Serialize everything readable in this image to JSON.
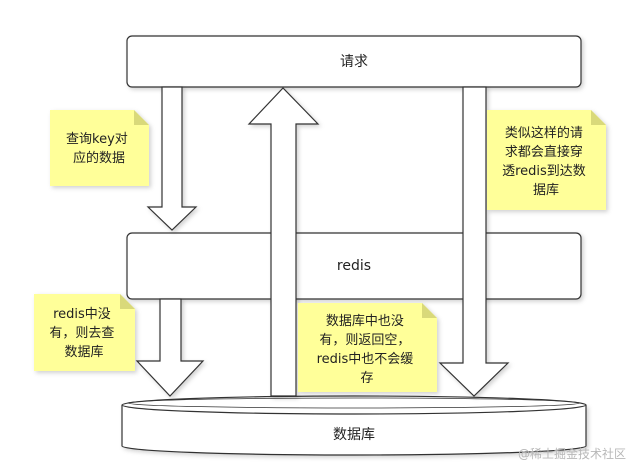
{
  "boxes": {
    "request": "请求",
    "redis": "redis",
    "database": "数据库"
  },
  "notes": {
    "query_key": [
      "查询key对",
      "应的数据"
    ],
    "redis_miss": [
      "redis中没",
      "有，则去查",
      "数据库"
    ],
    "db_miss": [
      "数据库中也没",
      "有，则返回空，",
      "redis中也不会缓",
      "存"
    ],
    "penetrate": [
      "类似这样的请",
      "求都会直接穿",
      "透redis到达数",
      "据库"
    ]
  },
  "watermark": "@稀土掘金技术社区",
  "colors": {
    "note_fill": "#ffff99",
    "note_fold": "#d9d97a",
    "stroke": "#333333",
    "box_fill": "#ffffff"
  }
}
